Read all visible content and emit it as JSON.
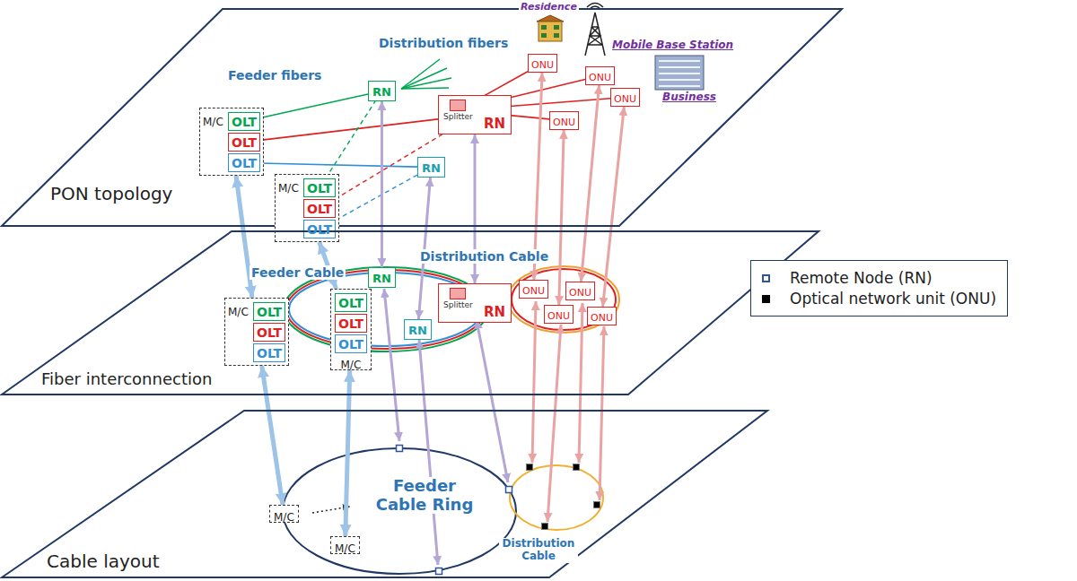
{
  "diagram": {
    "nodes": [
      {
        "text": [
          "PON topology"
        ]
      },
      {
        "text": [
          "M/C"
        ],
        "in": 0
      },
      {
        "text": [
          "OLT"
        ],
        "in": 1
      },
      {
        "text": [
          "OLT"
        ],
        "in": 1
      },
      {
        "text": [
          "OLT"
        ],
        "in": 1
      },
      {
        "text": [
          "M/C"
        ],
        "in": 0
      },
      {
        "text": [
          "OLT"
        ],
        "in": 5
      },
      {
        "text": [
          "OLT"
        ],
        "in": 5
      },
      {
        "text": [
          "OLT"
        ],
        "in": 5
      },
      {
        "text": [
          "RN"
        ],
        "in": 0
      },
      {
        "text": [
          "RN"
        ],
        "in": 0
      },
      {
        "text": [
          "Splitter"
        ],
        "in": 10
      },
      {
        "text": [
          "RN"
        ],
        "in": 0
      },
      {
        "text": [
          "ONU"
        ],
        "in": 0
      },
      {
        "text": [
          "ONU"
        ],
        "in": 0
      },
      {
        "text": [
          "ONU"
        ],
        "in": 0
      },
      {
        "text": [
          "ONU"
        ],
        "in": 0
      },
      {
        "text": [
          "Fiber interconnection"
        ]
      },
      {
        "text": [
          "M/C"
        ],
        "in": 17
      },
      {
        "text": [
          "OLT"
        ],
        "in": 18
      },
      {
        "text": [
          "OLT"
        ],
        "in": 18
      },
      {
        "text": [
          "OLT"
        ],
        "in": 18
      },
      {
        "text": [
          "M/C"
        ],
        "in": 17
      },
      {
        "text": [
          "OLT"
        ],
        "in": 22
      },
      {
        "text": [
          "OLT"
        ],
        "in": 22
      },
      {
        "text": [
          "OLT"
        ],
        "in": 22
      },
      {
        "text": [
          "RN"
        ],
        "in": 17
      },
      {
        "text": [
          "RN"
        ],
        "in": 17
      },
      {
        "text": [
          "Splitter"
        ],
        "in": 27
      },
      {
        "text": [
          "RN"
        ],
        "in": 17
      },
      {
        "text": [
          "ONU"
        ],
        "in": 17
      },
      {
        "text": [
          "ONU"
        ],
        "in": 17
      },
      {
        "text": [
          "ONU"
        ],
        "in": 17
      },
      {
        "text": [
          "ONU"
        ],
        "in": 17
      },
      {
        "text": [
          "Cable layout"
        ]
      },
      {
        "text": [
          "M/C"
        ],
        "in": 34
      },
      {
        "text": [
          "M/C"
        ],
        "in": 34
      }
    ],
    "edges": [
      {
        "from": 2,
        "to": 9,
        "arrow": "none"
      },
      {
        "from": 3,
        "to": 10,
        "arrow": "none"
      },
      {
        "from": 4,
        "to": 12,
        "arrow": "none"
      },
      {
        "from": 6,
        "to": 9,
        "arrow": "none"
      },
      {
        "from": 7,
        "to": 10,
        "arrow": "none"
      },
      {
        "from": 8,
        "to": 12,
        "arrow": "none"
      },
      {
        "from": 11,
        "to": 13,
        "arrow": "none"
      },
      {
        "from": 11,
        "to": 14,
        "arrow": "none"
      },
      {
        "from": 11,
        "to": 15,
        "arrow": "none"
      },
      {
        "from": 11,
        "to": 16,
        "arrow": "none"
      },
      {
        "from": 1,
        "to": 18,
        "arrow": "both"
      },
      {
        "from": 5,
        "to": 22,
        "arrow": "both"
      },
      {
        "from": 9,
        "to": 26,
        "arrow": "both"
      },
      {
        "from": 10,
        "to": 27,
        "arrow": "both"
      },
      {
        "from": 12,
        "to": 29,
        "arrow": "both"
      },
      {
        "from": 13,
        "to": 30,
        "arrow": "both"
      },
      {
        "from": 14,
        "to": 31,
        "arrow": "both"
      },
      {
        "from": 15,
        "to": 32,
        "arrow": "both"
      },
      {
        "from": 16,
        "to": 33,
        "arrow": "both"
      },
      {
        "from": 18,
        "to": 35,
        "arrow": "both"
      },
      {
        "from": 22,
        "to": 36,
        "arrow": "both"
      }
    ],
    "labels": [
      "Residence",
      "Mobile Base Station",
      "Business",
      "Feeder fibers",
      "Distribution fibers",
      "Feeder Cable",
      "Distribution Cable",
      "Feeder Cable Ring",
      "Distribution Cable"
    ],
    "legend": [
      {
        "text": "Remote Node (RN)",
        "color": "#2f5597"
      },
      {
        "text": "Optical network unit (ONU)",
        "color": "#000000"
      }
    ]
  }
}
